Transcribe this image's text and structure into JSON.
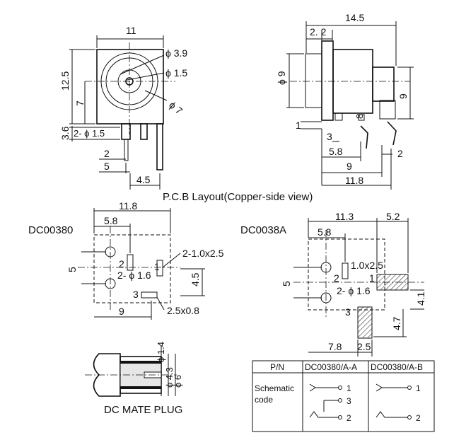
{
  "front_view": {
    "width": "11",
    "height": "12.5",
    "d1": "ϕ 3.9",
    "d2": "ϕ 1.5",
    "d3": "ϕ 7",
    "center_h": "7",
    "pin_h": "3.6",
    "pin_d": "2- ϕ 1.5",
    "d_2": "2",
    "d_5": "5",
    "d_45": "4.5"
  },
  "side_view": {
    "total": "14.5",
    "d22": "2. 2",
    "dia": "ϕ 9",
    "h9": "9",
    "d1": "1",
    "d8": "8",
    "d3": "3",
    "d58": "5.8",
    "d2": "2",
    "d9": "9",
    "d118": "11.8"
  },
  "pcb_title": "P.C.B Layout(Copper-side view)",
  "dc00380": {
    "title": "DC00380",
    "w": "11.8",
    "d58": "5.8",
    "d5": "5",
    "d2": "2",
    "slot": "2-1.0x2.5",
    "d1": "1",
    "hole": "2- ϕ 1.6",
    "d45": "4.5",
    "d3": "3",
    "pad": "2.5x0.8",
    "d9": "9"
  },
  "dc0038a": {
    "title": "DC0038A",
    "w": "11.3",
    "w2": "5.2",
    "d58": "5.8",
    "slot": "1.0x2.5",
    "d2": "2",
    "d1": "1",
    "d5": "5",
    "hole": "2- ϕ 1.6",
    "d41": "4.1",
    "d3": "3",
    "d47": "4.7",
    "d78": "7.8",
    "d25": "2.5"
  },
  "mate_plug": {
    "title": "DC MATE PLUG",
    "d14": "ϕ 1.4",
    "d43": "ϕ 4.3",
    "d6": "ϕ 6"
  },
  "table": {
    "headers": [
      "P/N",
      "DC00380/A-A",
      "DC00380/A-B"
    ],
    "row_label_1": "Schematic",
    "row_label_2": "code",
    "pins_a": [
      "1",
      "3",
      "2"
    ],
    "pins_b": [
      "1",
      "2"
    ]
  }
}
